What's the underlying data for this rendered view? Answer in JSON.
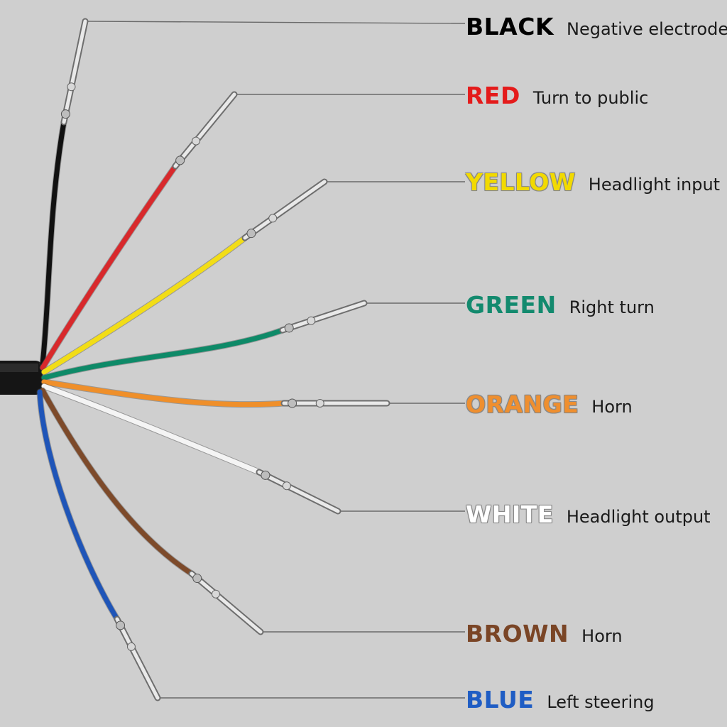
{
  "wires": [
    {
      "color_name": "BLACK",
      "function": "Negative electrode",
      "wire_color": "#111111",
      "text_color": "#000000",
      "outlined": false
    },
    {
      "color_name": "RED",
      "function": "Turn to public",
      "wire_color": "#d8292c",
      "text_color": "#e41b1b",
      "outlined": false
    },
    {
      "color_name": "YELLOW",
      "function": "Headlight input",
      "wire_color": "#f2dd17",
      "text_color": "#f2da00",
      "outlined": true
    },
    {
      "color_name": "GREEN",
      "function": "Right turn",
      "wire_color": "#0e8a68",
      "text_color": "#138a6e",
      "outlined": false
    },
    {
      "color_name": "ORANGE",
      "function": "Horn",
      "wire_color": "#ef8f2a",
      "text_color": "#ef8f2f",
      "outlined": true
    },
    {
      "color_name": "WHITE",
      "function": "Headlight output",
      "wire_color": "#f4f4f4",
      "text_color": "#ffffff",
      "outlined": true
    },
    {
      "color_name": "BROWN",
      "function": "Horn",
      "wire_color": "#7d4a2a",
      "text_color": "#7a4526",
      "outlined": false
    },
    {
      "color_name": "BLUE",
      "function": "Left steering",
      "wire_color": "#1f55b8",
      "text_color": "#1f5dc4",
      "outlined": false
    }
  ]
}
